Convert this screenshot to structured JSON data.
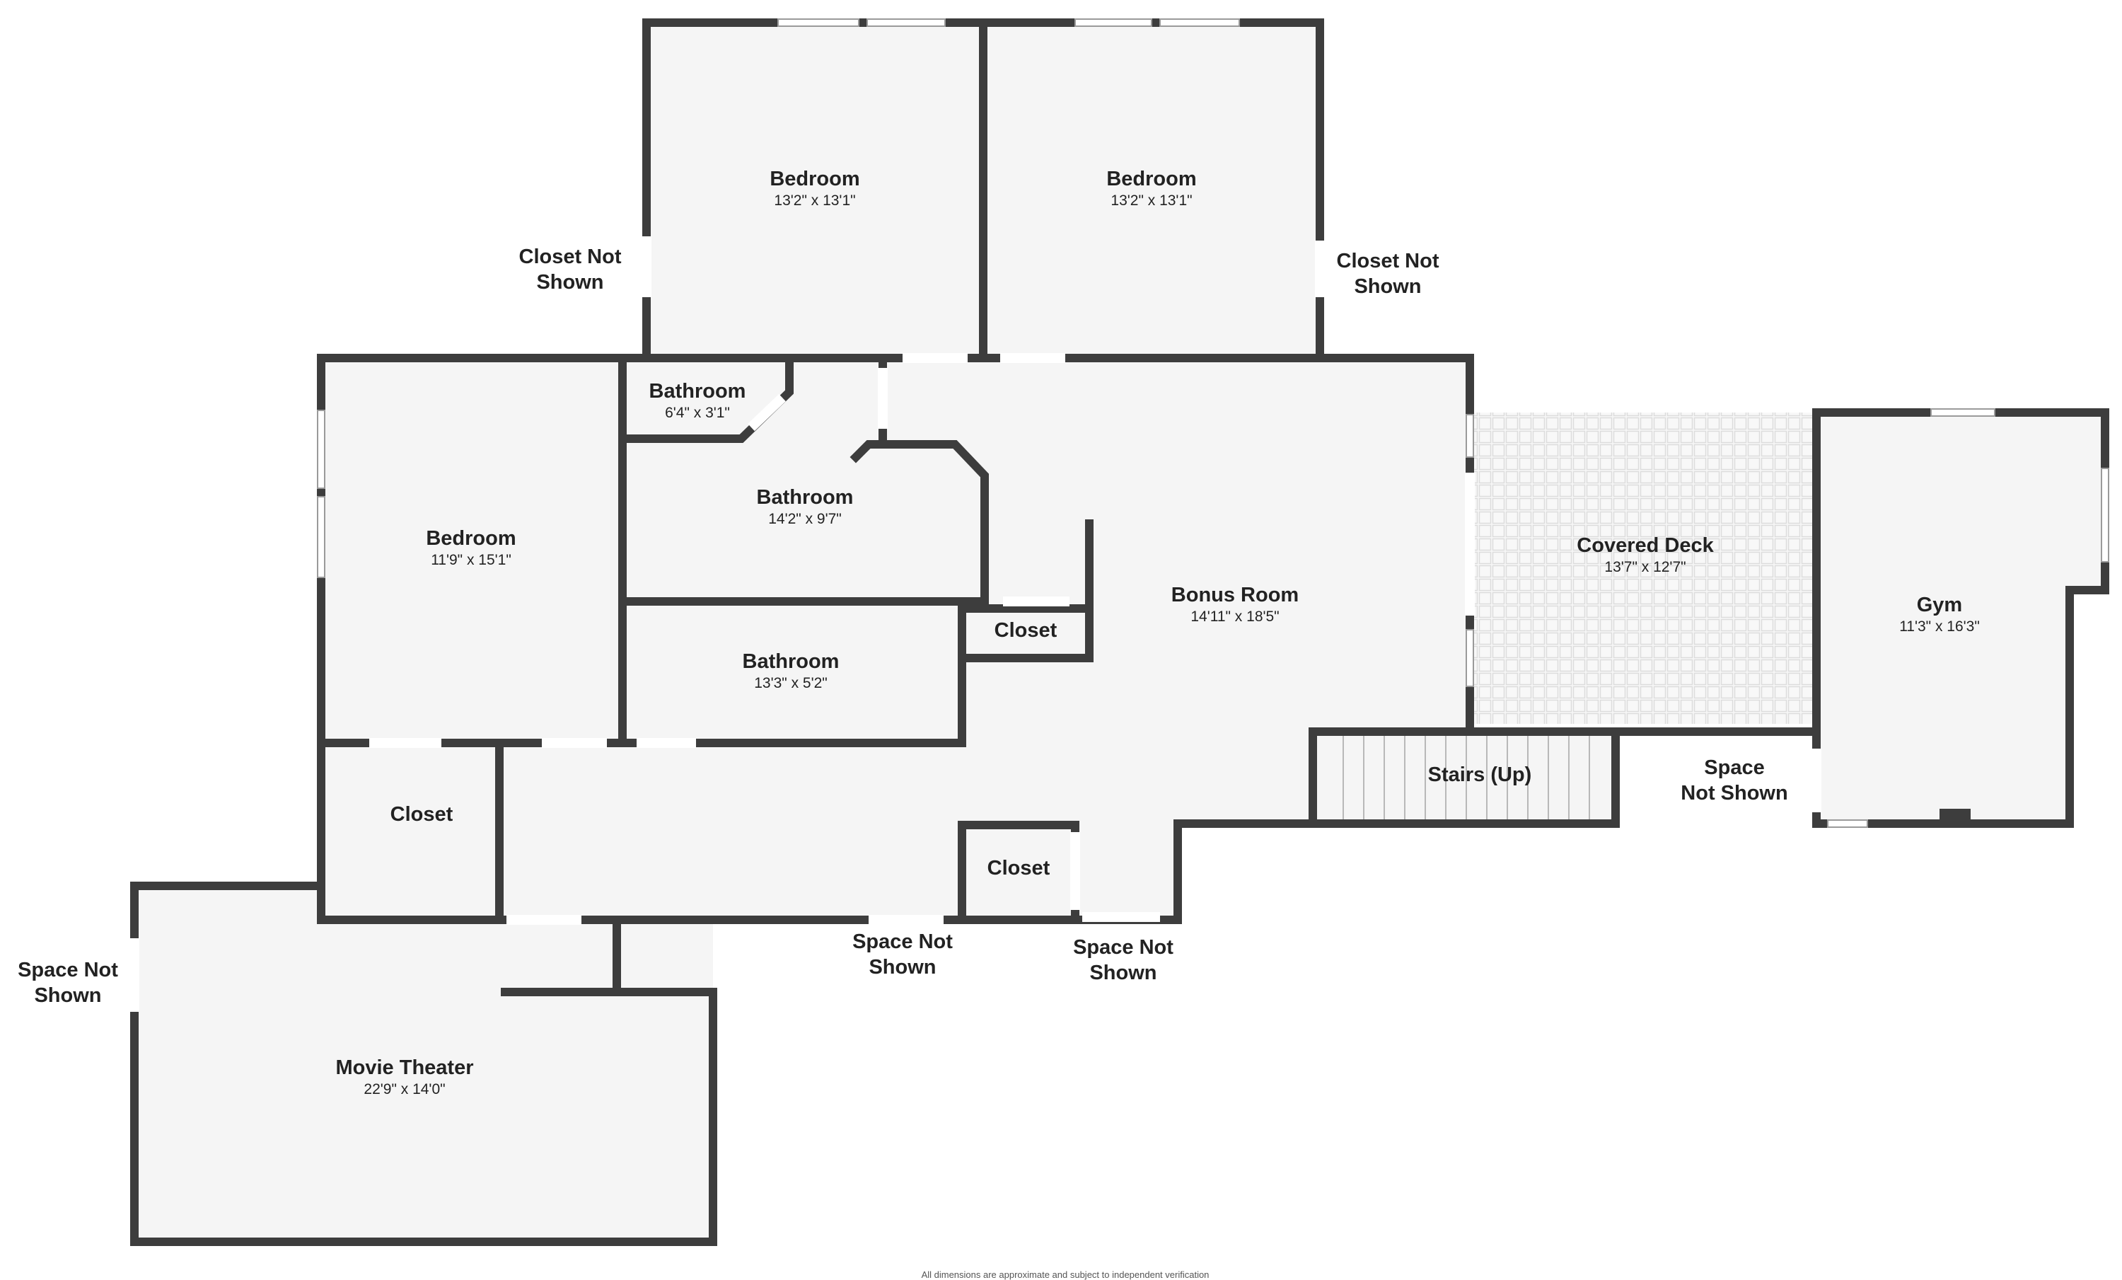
{
  "rooms": {
    "bedroom_top_left": {
      "name": "Bedroom",
      "dims": "13'2\" x 13'1\""
    },
    "bedroom_top_right": {
      "name": "Bedroom",
      "dims": "13'2\" x 13'1\""
    },
    "bedroom_left": {
      "name": "Bedroom",
      "dims": "11'9\" x 15'1\""
    },
    "bathroom_small": {
      "name": "Bathroom",
      "dims": "6'4\" x 3'1\""
    },
    "bathroom_middle": {
      "name": "Bathroom",
      "dims": "14'2\" x 9'7\""
    },
    "bathroom_lower": {
      "name": "Bathroom",
      "dims": "13'3\" x 5'2\""
    },
    "bonus_room": {
      "name": "Bonus Room",
      "dims": "14'11\" x 18'5\""
    },
    "covered_deck": {
      "name": "Covered Deck",
      "dims": "13'7\" x 12'7\""
    },
    "gym": {
      "name": "Gym",
      "dims": "11'3\" x 16'3\""
    },
    "movie_theater": {
      "name": "Movie Theater",
      "dims": "22'9\" x 14'0\""
    },
    "closet_bonus": {
      "name": "Closet"
    },
    "closet_left": {
      "name": "Closet"
    },
    "closet_bottom": {
      "name": "Closet"
    },
    "stairs": {
      "name": "Stairs (Up)"
    }
  },
  "notes": {
    "closet_not_shown_left": [
      "Closet Not",
      "Shown"
    ],
    "closet_not_shown_right": [
      "Closet Not",
      "Shown"
    ],
    "space_not_shown_left": [
      "Space Not",
      "Shown"
    ],
    "space_not_shown_bottom_mid": [
      "Space Not",
      "Shown"
    ],
    "space_not_shown_bottom_right": [
      "Space Not",
      "Shown"
    ],
    "space_not_shown_gym": [
      "Space",
      "Not Shown"
    ]
  },
  "footer": "All dimensions are approximate and subject to independent verification",
  "colors": {
    "wall": "#3d3d3d",
    "floor": "#f5f5f5",
    "background": "#ffffff"
  }
}
